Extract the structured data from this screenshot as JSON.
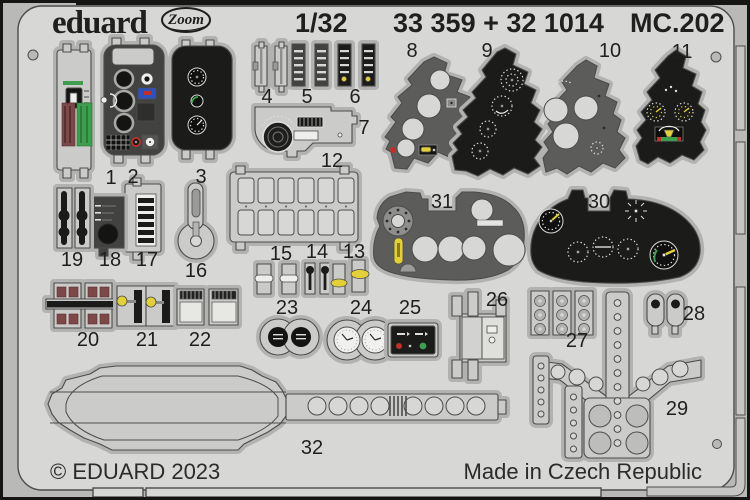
{
  "header": {
    "brand": "eduard",
    "zoom_logo": "Zoom",
    "scale": "1/32",
    "set_numbers": "33 359 + 32 1014",
    "subject": "MC.202"
  },
  "footer": {
    "copyright": "© EDUARD 2023",
    "origin": "Made in Czech Republic"
  },
  "parts": [
    {
      "number": "1"
    },
    {
      "number": "2"
    },
    {
      "number": "3"
    },
    {
      "number": "4"
    },
    {
      "number": "5"
    },
    {
      "number": "6"
    },
    {
      "number": "7"
    },
    {
      "number": "8"
    },
    {
      "number": "9"
    },
    {
      "number": "10"
    },
    {
      "number": "11"
    },
    {
      "number": "12"
    },
    {
      "number": "13"
    },
    {
      "number": "14"
    },
    {
      "number": "15"
    },
    {
      "number": "16"
    },
    {
      "number": "17"
    },
    {
      "number": "18"
    },
    {
      "number": "19"
    },
    {
      "number": "20"
    },
    {
      "number": "21"
    },
    {
      "number": "22"
    },
    {
      "number": "23"
    },
    {
      "number": "24"
    },
    {
      "number": "25"
    },
    {
      "number": "26"
    },
    {
      "number": "27"
    },
    {
      "number": "28"
    },
    {
      "number": "29"
    },
    {
      "number": "30"
    },
    {
      "number": "31"
    },
    {
      "number": "32"
    }
  ],
  "colors": {
    "background": "#b9b9b7",
    "sheet": "#d7d7d5",
    "moat": "#b2b2b0",
    "part": "#cbcbc9",
    "outline": "#4c4c4a",
    "panel_dark": "#424240",
    "panel_gray": "#5c5c5a",
    "panel_black": "#1b1b19",
    "white": "#eeeeec",
    "yellow": "#e2cf3a",
    "maroon": "#7c4848",
    "green": "#3f9e4e",
    "blue": "#2d52c0",
    "red": "#c22f28",
    "disc": "#bdbdbb",
    "text": "#1f1f1d"
  }
}
